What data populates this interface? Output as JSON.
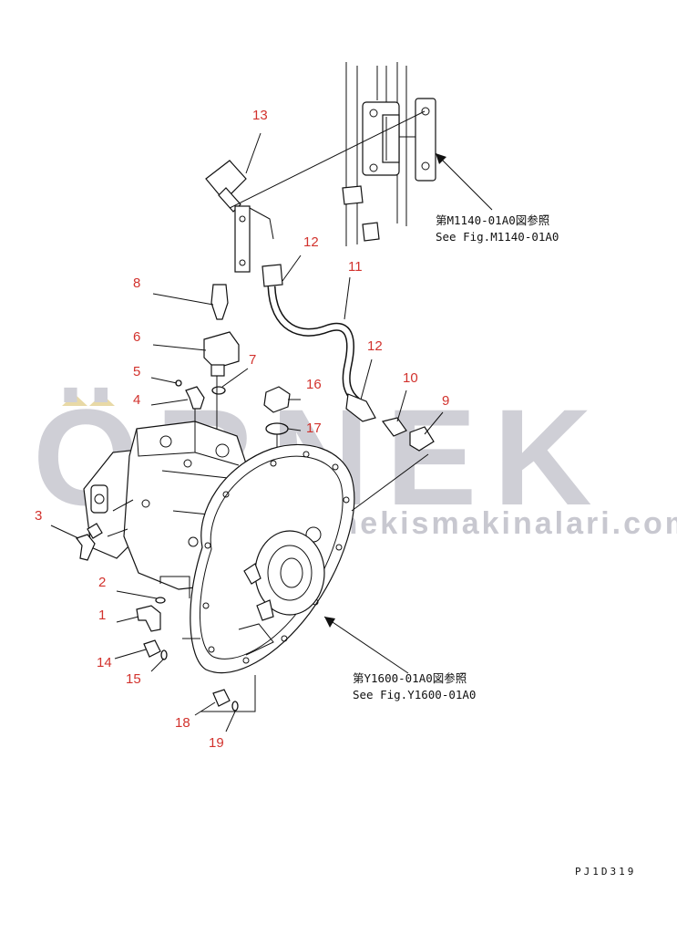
{
  "watermark": {
    "logo_text": "ÖRNEK",
    "url": "www.ornekismakinalari.com.tr"
  },
  "callouts": [
    "13",
    "12",
    "11",
    "12",
    "10",
    "9",
    "8",
    "6",
    "7",
    "5",
    "4",
    "16",
    "17",
    "3",
    "2",
    "1",
    "14",
    "15",
    "18",
    "19"
  ],
  "references": [
    {
      "ja": "第M1140-01A0図参照",
      "en": "See Fig.M1140-01A0"
    },
    {
      "ja": "第Y1600-01A0図参照",
      "en": "See Fig.Y1600-01A0"
    }
  ],
  "drawing_code": "PJ1D319",
  "colors": {
    "callout": "#d2322d",
    "line": "#111111",
    "watermark": "#cfcfd6",
    "chevron": "#e8d9a6"
  }
}
